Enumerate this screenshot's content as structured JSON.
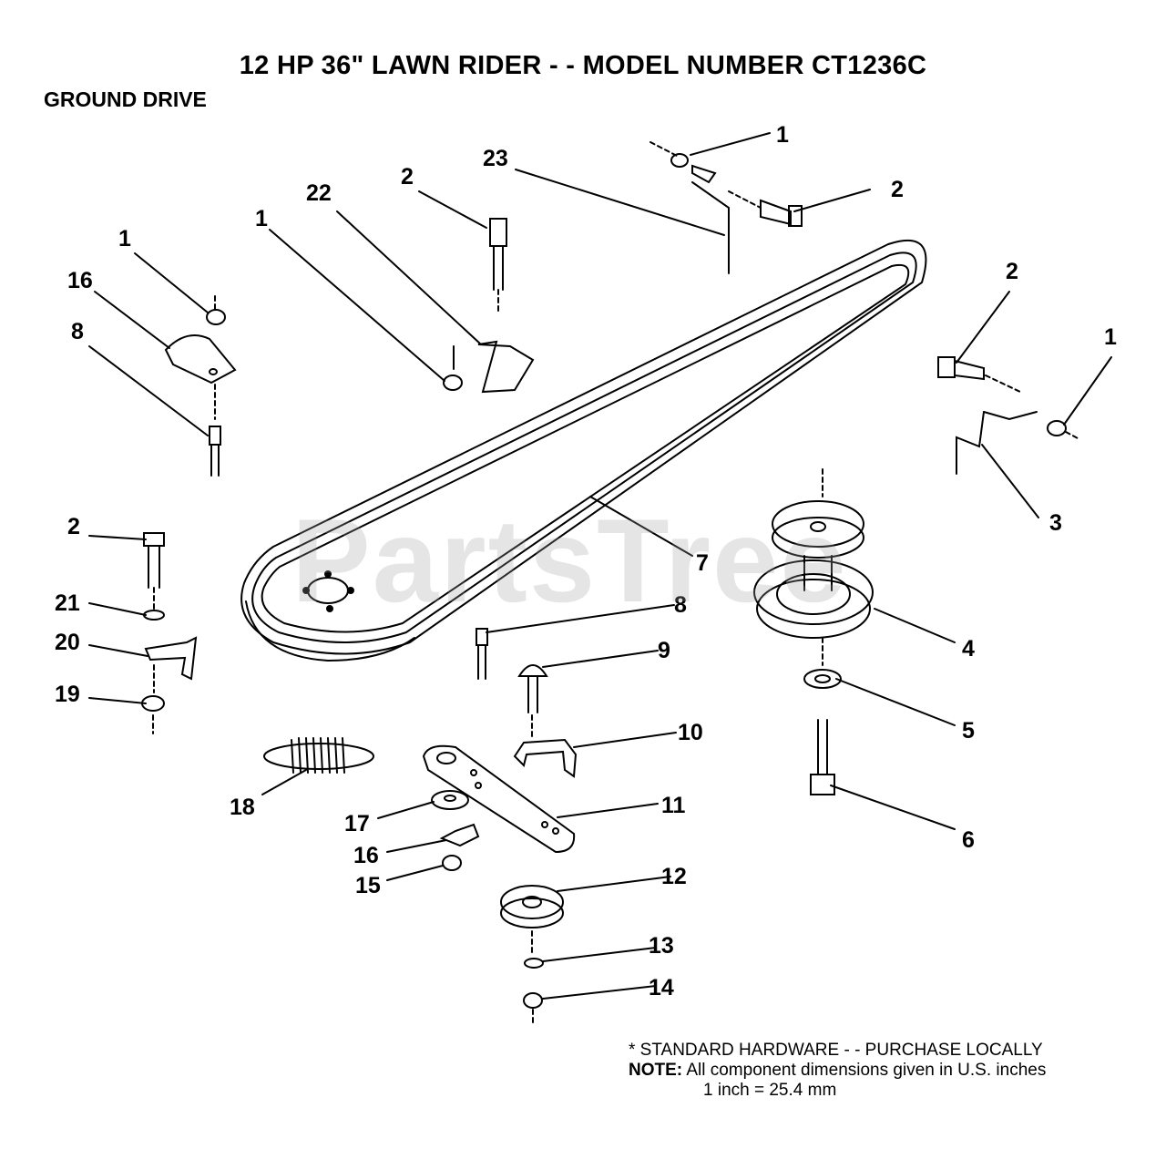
{
  "title": "12 HP 36\" LAWN RIDER - - MODEL NUMBER CT1236C",
  "subtitle": "GROUND DRIVE",
  "watermark": "PartsTree",
  "notes": {
    "standard_hardware": "* STANDARD HARDWARE - - PURCHASE LOCALLY",
    "note_label": "NOTE:",
    "note_text": "All component dimensions given in U.S. inches",
    "conversion": "1 inch = 25.4 mm"
  },
  "callouts": [
    "1",
    "2",
    "23",
    "2",
    "1",
    "3",
    "1",
    "22",
    "2",
    "1",
    "16",
    "8",
    "7",
    "4",
    "2",
    "21",
    "20",
    "19",
    "8",
    "9",
    "10",
    "5",
    "18",
    "11",
    "6",
    "17",
    "16",
    "15",
    "12",
    "13",
    "14"
  ],
  "colors": {
    "ink": "#000000",
    "watermark": "#a0a0a0",
    "background": "#ffffff"
  }
}
